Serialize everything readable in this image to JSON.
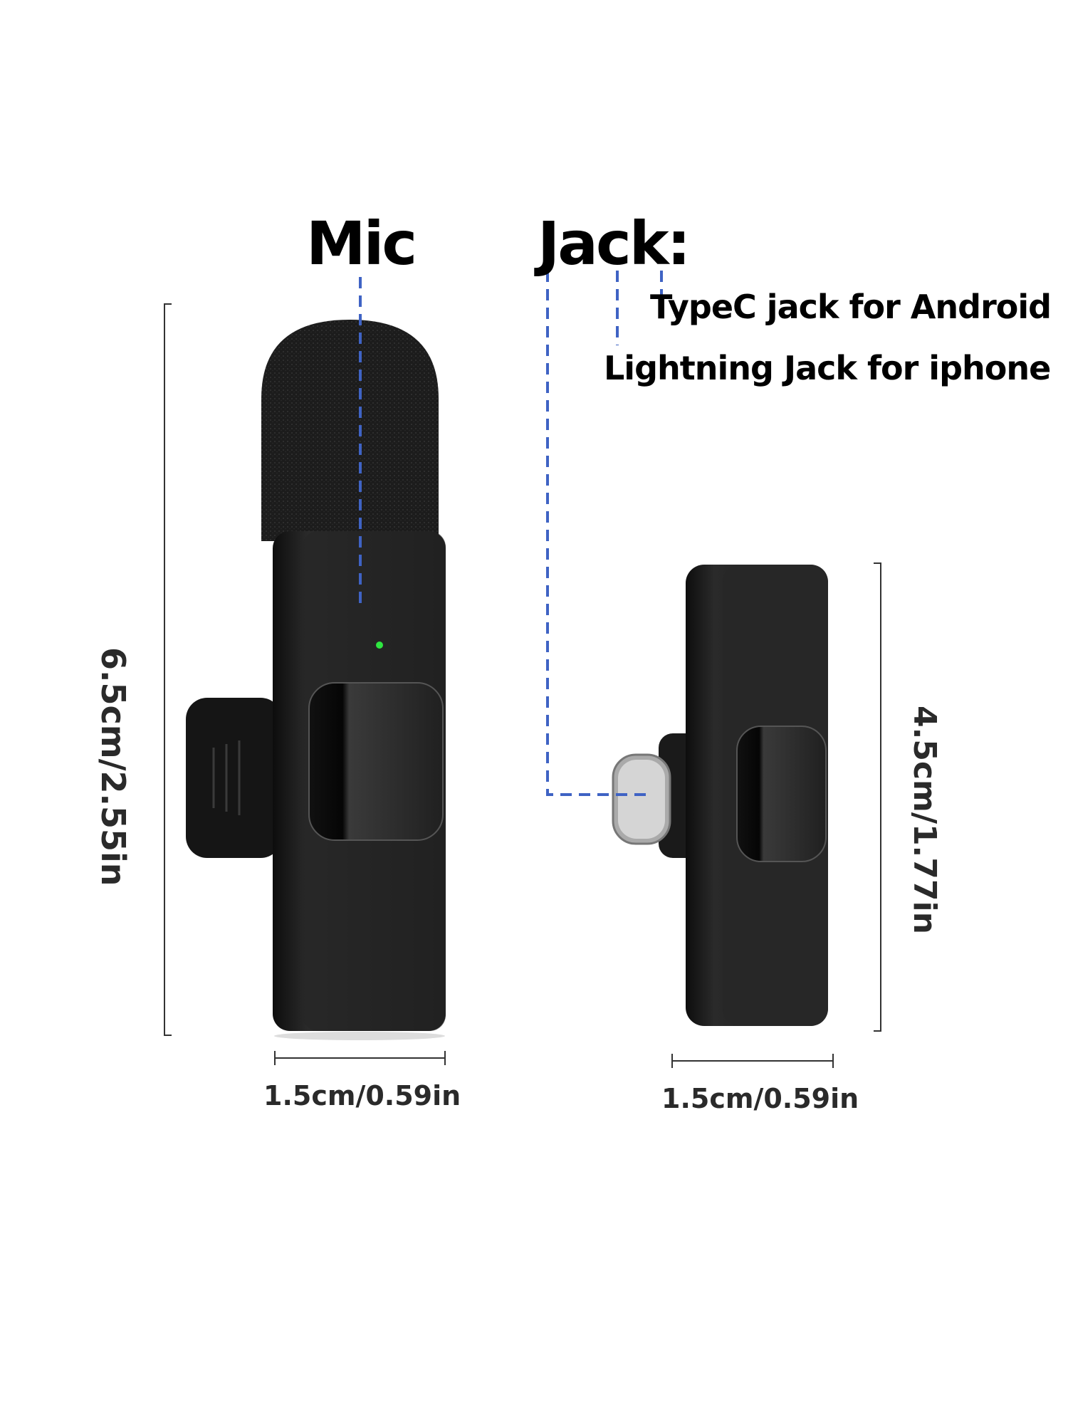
{
  "labels": {
    "mic": "Mic",
    "jack": "Jack:",
    "typec": "TypeC jack for Android",
    "lightning": "Lightning Jack for iphone"
  },
  "dimensions": {
    "mic_height": "6.5cm/2.55in",
    "mic_width": "1.5cm/0.59in",
    "receiver_height": "4.5cm/1.77in",
    "receiver_width": "1.5cm/0.59in"
  },
  "colors": {
    "guide_line": "#3f63c4",
    "led": "#2ee640",
    "device": "#1e1e1e"
  }
}
